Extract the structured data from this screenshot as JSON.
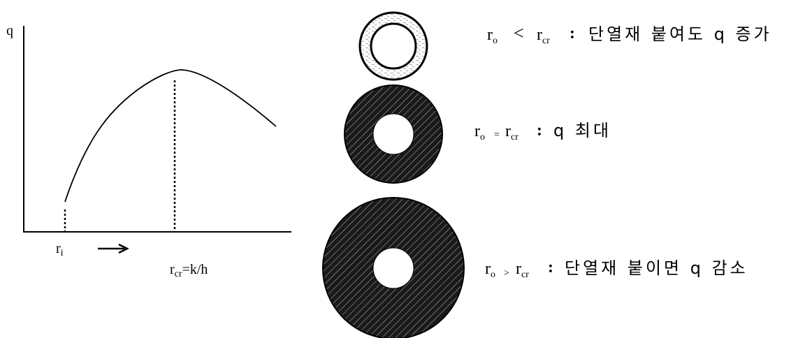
{
  "graph": {
    "y_axis_label": "q",
    "ri_label": {
      "main": "r",
      "sub": "i"
    },
    "rcr_label": {
      "main": "r",
      "sub": "cr",
      "tail": "=k/h"
    }
  },
  "conditions": [
    {
      "r": "r",
      "r_sub": "o",
      "op": "<",
      "rcr": "r",
      "rcr_sub": "cr",
      "colon": ":",
      "text": "단열재 붙여도 q 증가"
    },
    {
      "r": "r",
      "r_sub": "o",
      "op": "=",
      "rcr": "r",
      "rcr_sub": "cr",
      "colon": ":",
      "text": "q 최대"
    },
    {
      "r": "r",
      "r_sub": "o",
      "op": ">",
      "rcr": "r",
      "rcr_sub": "cr",
      "colon": ":",
      "text": "단열재 붙이면 q 감소"
    }
  ]
}
